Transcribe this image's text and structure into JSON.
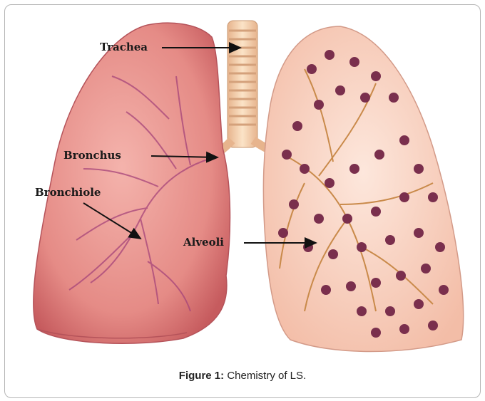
{
  "labels": {
    "trachea": "Trachea",
    "bronchus": "Bronchus",
    "bronchiole": "Bronchiole",
    "alveoli": "Alveoli"
  },
  "caption": {
    "prefix": "Figure 1:",
    "text": "Chemistry of LS."
  },
  "colors": {
    "left_lung": "#e07f7f",
    "right_lung": "#f7cdbb",
    "trachea": "#f2c7a1",
    "alveoli": "#7a2f4d",
    "branches": "#c98a4a"
  }
}
